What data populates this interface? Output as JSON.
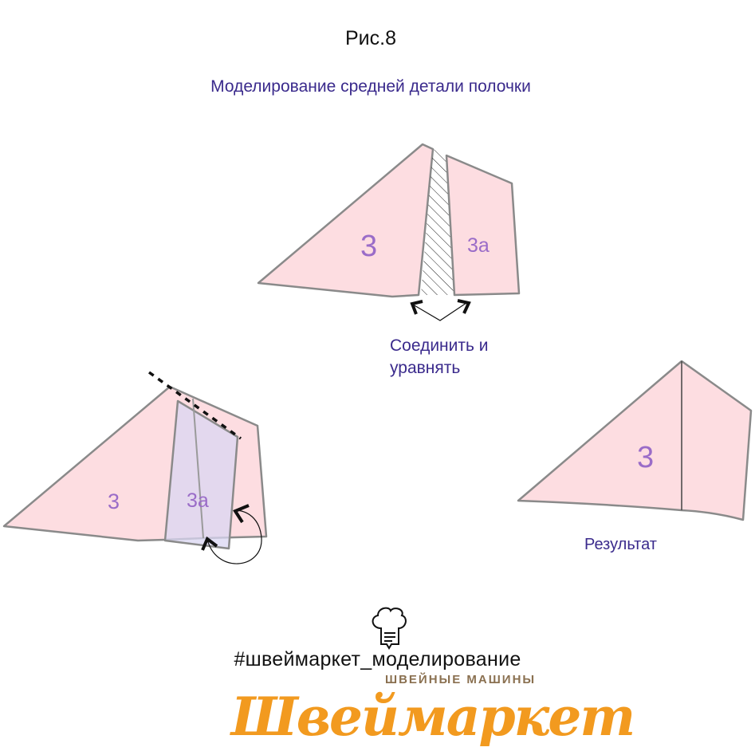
{
  "figure": {
    "title": "Рис.8",
    "subtitle": "Моделирование средней детали полочки"
  },
  "top_diagram": {
    "piece_main": "3",
    "piece_side": "3а",
    "instruction_line1": "Соединить и",
    "instruction_line2": "уравнять"
  },
  "bottom_left_diagram": {
    "piece_main": "3",
    "piece_side": "3а"
  },
  "result_diagram": {
    "piece": "3",
    "label": "Результат"
  },
  "footer": {
    "hashtag": "#швеймаркет_моделирование",
    "brand_name": "Швеймаркет",
    "brand_tagline": "ШВЕЙНЫЕ МАШИНЫ"
  },
  "colors": {
    "piece_fill": "#fddde1",
    "outline": "#8a8a8a",
    "label": "#9a6cc8",
    "text": "#3a2a8c",
    "brand": "#f29a1f"
  }
}
